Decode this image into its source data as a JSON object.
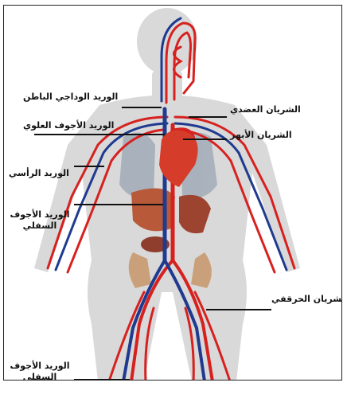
{
  "figure": {
    "labels": {
      "internal_jugular_vein": "الوريد الوداجي الباطن",
      "superior_vena_cava": "الوريد الأجوف العلوي",
      "cephalic_vein": "الوريد الرأسي",
      "inferior_vena_cava_upper": "الوريد الأجوف السفلي",
      "inferior_vena_cava_lower": "الوريد الأجوف السفلي",
      "brachial_artery": "الشريان العضدي",
      "aorta": "الشريان الأبهر",
      "iliac_artery": "الشريان الحرقفي"
    },
    "colors": {
      "body_silhouette": "#d9d9d9",
      "artery": "#d6211f",
      "vein": "#1f3a8f",
      "heart": "#d63c2a",
      "organs": "#b8593a",
      "lungs": "#9aa5b3",
      "leader_line": "#111111"
    }
  }
}
